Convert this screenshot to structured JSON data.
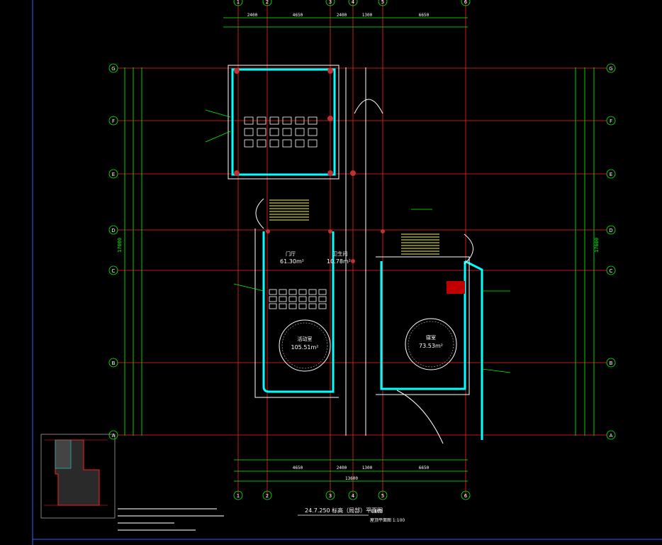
{
  "drawing": {
    "axes_columns": [
      "1",
      "2",
      "3",
      "4",
      "5",
      "6"
    ],
    "axes_rows": [
      "G",
      "F",
      "E",
      "D",
      "C",
      "B",
      "A"
    ],
    "top_dims_row1": [
      "2400",
      "4650",
      "2400",
      "1300",
      "6650"
    ],
    "bottom_dims_row2": [
      "4650",
      "2400",
      "1300",
      "6650"
    ],
    "bottom_total": "13600",
    "left_total": "17600",
    "rooms": [
      {
        "id": "room-left",
        "name": "活动室",
        "area": "105.51m²"
      },
      {
        "id": "room-right",
        "name": "寝室",
        "area": "73.53m²"
      },
      {
        "id": "room-mid",
        "name": "卫生间",
        "area": "10.78m²"
      },
      {
        "id": "room-hall",
        "name": "门厅",
        "area": "61.30m²"
      }
    ],
    "title_main": "24.7.250 标高（局部）平面图",
    "title_scale": "1:100",
    "title_note": "1:100",
    "sub_title": "屋顶平面图 1:100",
    "colors": {
      "axis": "#ff2020",
      "dim": "#00ff00",
      "wall": "#00ffff",
      "stair": "#ffff00",
      "frame": "#3060ff",
      "text": "#ffffff"
    }
  }
}
